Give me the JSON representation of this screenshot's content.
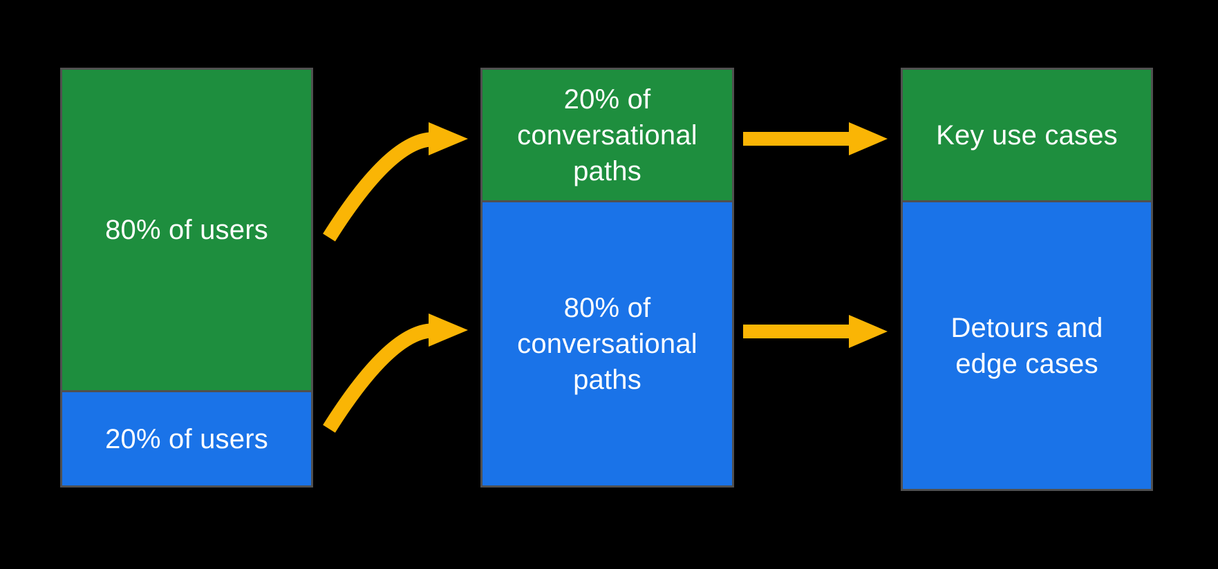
{
  "colors": {
    "background": "#000000",
    "green": "#1E8E3E",
    "blue": "#1A73E8",
    "arrow": "#FAB505",
    "border": "#505050",
    "label": "#FFFFFF"
  },
  "diagram": {
    "columns": [
      {
        "id": "users",
        "segments": [
          {
            "tone": "green",
            "label": "80% of users"
          },
          {
            "tone": "blue",
            "label": "20% of users"
          }
        ]
      },
      {
        "id": "conversational-paths",
        "segments": [
          {
            "tone": "green",
            "label": "20% of\nconversational\npaths"
          },
          {
            "tone": "blue",
            "label": "80% of\nconversational\npaths"
          }
        ]
      },
      {
        "id": "outcomes",
        "segments": [
          {
            "tone": "green",
            "label": "Key use cases"
          },
          {
            "tone": "blue",
            "label": "Detours and\nedge cases"
          }
        ]
      }
    ]
  }
}
